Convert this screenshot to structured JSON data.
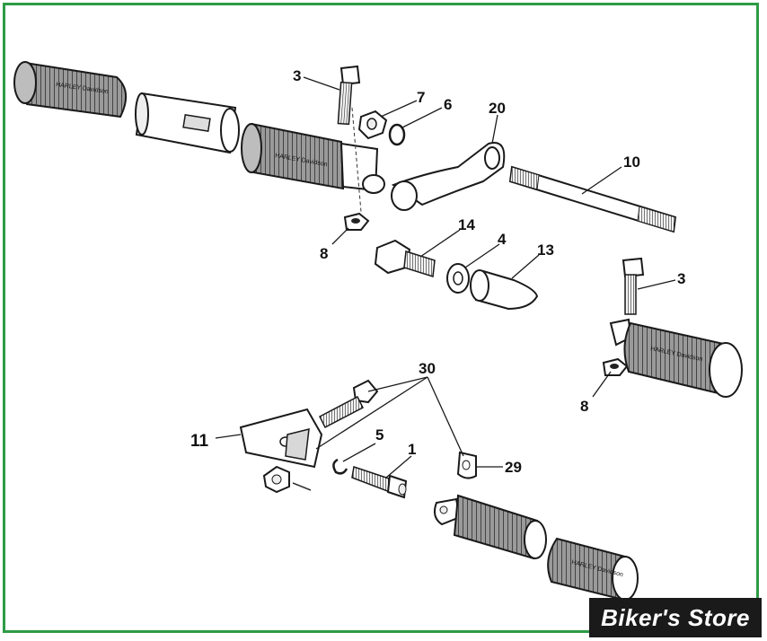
{
  "diagram": {
    "part_numbers": [
      "3",
      "7",
      "6",
      "20",
      "10",
      "8",
      "14",
      "4",
      "13",
      "3",
      "8",
      "30",
      "11",
      "5",
      "1",
      "29"
    ],
    "grip_text": "HARLEY Davidson"
  },
  "watermark": {
    "text": "Biker's Store"
  },
  "colors": {
    "frame": "#2e9b45",
    "ink": "#1a1a1a",
    "grip_fill": "#8a8a8a"
  }
}
